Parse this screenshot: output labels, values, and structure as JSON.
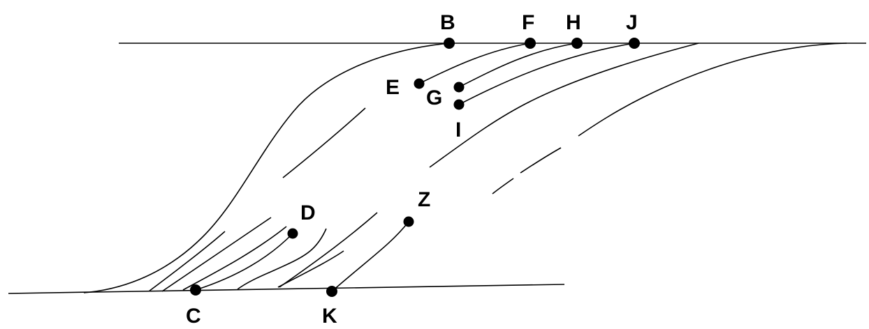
{
  "colors": {
    "stroke": "#000000",
    "background": "#ffffff"
  },
  "points": {
    "B": "B",
    "F": "F",
    "H": "H",
    "J": "J",
    "E": "E",
    "G": "G",
    "I": "I",
    "D": "D",
    "Z": "Z",
    "C": "C",
    "K": "K"
  }
}
